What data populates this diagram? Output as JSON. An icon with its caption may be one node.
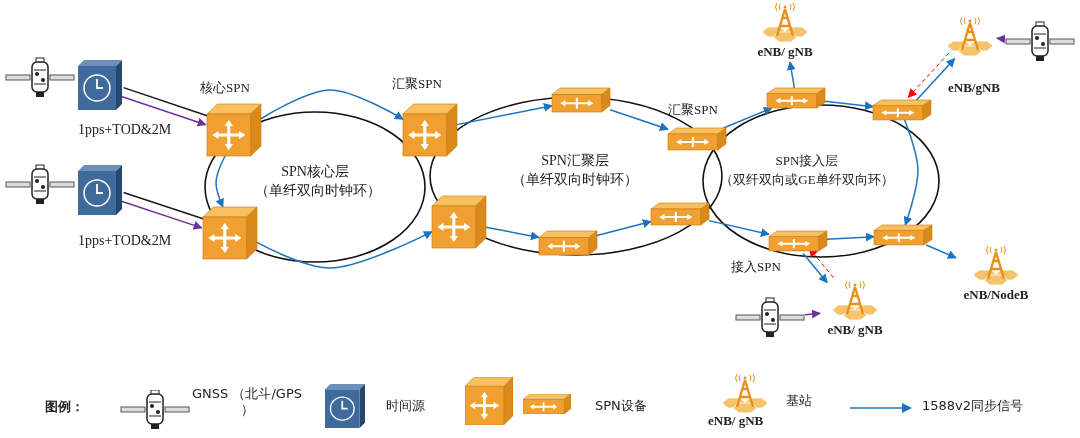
{
  "diagram": {
    "nodes": [
      {
        "text": [],
        "shape": "picture"
      },
      {
        "text": [],
        "shape": "picture"
      },
      {
        "text": [],
        "shape": "picture"
      },
      {
        "text": [],
        "shape": "picture"
      },
      {
        "text": [
          "核心SPN"
        ]
      },
      {
        "text": [],
        "shape": "picture"
      },
      {
        "text": [
          "汇聚SPN"
        ]
      },
      {
        "text": [],
        "shape": "picture"
      },
      {
        "text": [],
        "shape": "picture"
      },
      {
        "text": [],
        "shape": "picture"
      },
      {
        "text": [
          "汇聚SPN"
        ]
      },
      {
        "text": [],
        "shape": "picture"
      },
      {
        "text": [],
        "shape": "picture"
      },
      {
        "text": [],
        "shape": "picture"
      },
      {
        "text": [
          "接入SPN"
        ]
      },
      {
        "text": [],
        "shape": "picture"
      },
      {
        "text": [
          "eNB/ gNB"
        ]
      },
      {
        "text": [
          "eNB/gNB"
        ]
      },
      {
        "text": [],
        "shape": "picture"
      },
      {
        "text": [
          "eNB/NodeB"
        ]
      },
      {
        "text": [
          "eNB/ gNB"
        ]
      },
      {
        "text": [],
        "shape": "picture"
      }
    ],
    "edges": [
      {
        "from": 1,
        "to": 4,
        "arrow": "none",
        "color": "#1a1a1a"
      },
      {
        "from": 1,
        "to": 4,
        "arrow": "to",
        "color": "#7030a0"
      },
      {
        "from": 3,
        "to": 5,
        "arrow": "none",
        "color": "#1a1a1a"
      },
      {
        "from": 3,
        "to": 5,
        "arrow": "to",
        "color": "#7030a0"
      },
      {
        "from": 4,
        "to": 6,
        "arrow": "to"
      },
      {
        "from": 4,
        "to": 5,
        "arrow": "to"
      },
      {
        "from": 5,
        "to": 7,
        "arrow": "to"
      },
      {
        "from": 6,
        "to": 8,
        "arrow": "to"
      },
      {
        "from": 8,
        "to": 10,
        "arrow": "to"
      },
      {
        "from": 7,
        "to": 9,
        "arrow": "to"
      },
      {
        "from": 9,
        "to": 11,
        "arrow": "to"
      },
      {
        "from": 10,
        "to": 12,
        "arrow": "to"
      },
      {
        "from": 11,
        "to": 14,
        "arrow": "to"
      },
      {
        "from": 12,
        "to": 13,
        "arrow": "to"
      },
      {
        "from": 12,
        "to": 16,
        "arrow": "to"
      },
      {
        "from": 13,
        "to": 15,
        "arrow": "to"
      },
      {
        "from": 14,
        "to": 15,
        "arrow": "to"
      },
      {
        "from": 13,
        "to": 17,
        "arrow": "to"
      },
      {
        "from": 15,
        "to": 19,
        "arrow": "to"
      },
      {
        "from": 14,
        "to": 20,
        "arrow": "to"
      },
      {
        "from": 18,
        "to": 17,
        "arrow": "to",
        "color": "#7030a0"
      },
      {
        "from": 21,
        "to": 20,
        "arrow": "to",
        "color": "#7030a0"
      },
      {
        "from": 17,
        "to": 13,
        "arrow": "to",
        "style": "dashed",
        "color": "#ff0000"
      },
      {
        "from": 20,
        "to": 14,
        "arrow": "to",
        "style": "dashed",
        "color": "#ff0000"
      }
    ],
    "labels": [
      "1pps+TOD&2M",
      "SPN核心层",
      "（单纤双向时钟环）",
      "SPN汇聚层",
      "（单纤双向时钟环）",
      "SPN接入层",
      "（双纤双向或GE单纤双向环）",
      "1pps+TOD&2M",
      "图例：",
      "eNB/ gNB"
    ],
    "legend": [
      {
        "text": "GNSS （北斗/GPS ）"
      },
      {
        "text": "时间源"
      },
      {
        "text": "SPN设备"
      },
      {
        "text": "基站"
      },
      {
        "text": "1588v2同步信号"
      }
    ]
  }
}
